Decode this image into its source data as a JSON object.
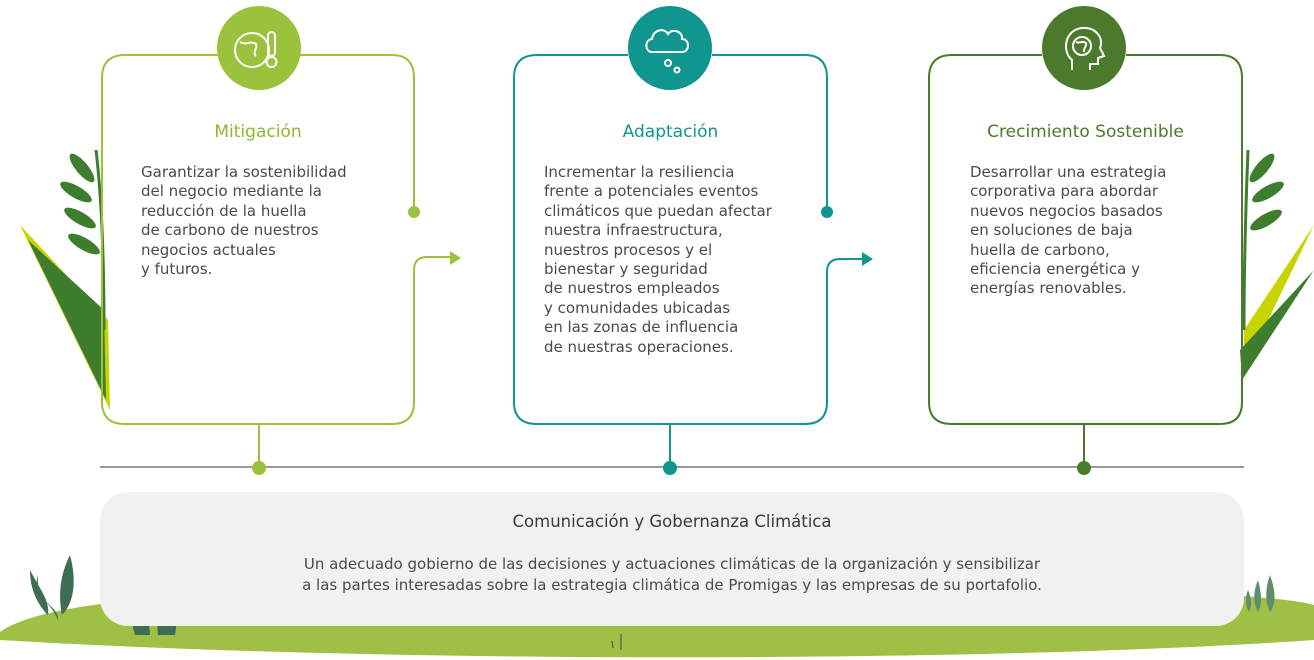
{
  "colors": {
    "lime": "#9bc23c",
    "teal": "#10958f",
    "forest": "#4c7a2d",
    "text": "#4a4a4a",
    "panel": "#f1f1f0",
    "ground": "#9fbf45"
  },
  "cards": [
    {
      "id": "mitigacion",
      "icon": "globe-thermometer-icon",
      "title": "Mitigación",
      "text": "Garantizar la sostenibilidad\ndel negocio mediante la\nreducción de la huella\nde carbono de nuestros\nnegocios actuales\ny futuros."
    },
    {
      "id": "adaptacion",
      "icon": "cloud-icon",
      "title": "Adaptación",
      "text": "Incrementar la resiliencia\nfrente a potenciales eventos\nclimáticos que puedan afectar\nnuestra infraestructura,\nnuestros procesos y el\nbienestar y seguridad\nde nuestros empleados\ny comunidades ubicadas\nen las zonas de influencia\nde nuestras operaciones."
    },
    {
      "id": "crecimiento",
      "icon": "head-globe-icon",
      "title": "Crecimiento Sostenible",
      "text": "Desarrollar una estrategia\ncorporativa para abordar\nnuevos negocios basados\nen soluciones de baja\nhuella de carbono,\neficiencia energética y\nenergías renovables."
    }
  ],
  "governance": {
    "title": "Comunicación y Gobernanza Climática",
    "text": "Un adecuado gobierno de las decisiones y actuaciones climáticas de la organización y sensibilizar\na las partes interesadas sobre la estrategia climática de Promigas y las empresas de su portafolio."
  }
}
